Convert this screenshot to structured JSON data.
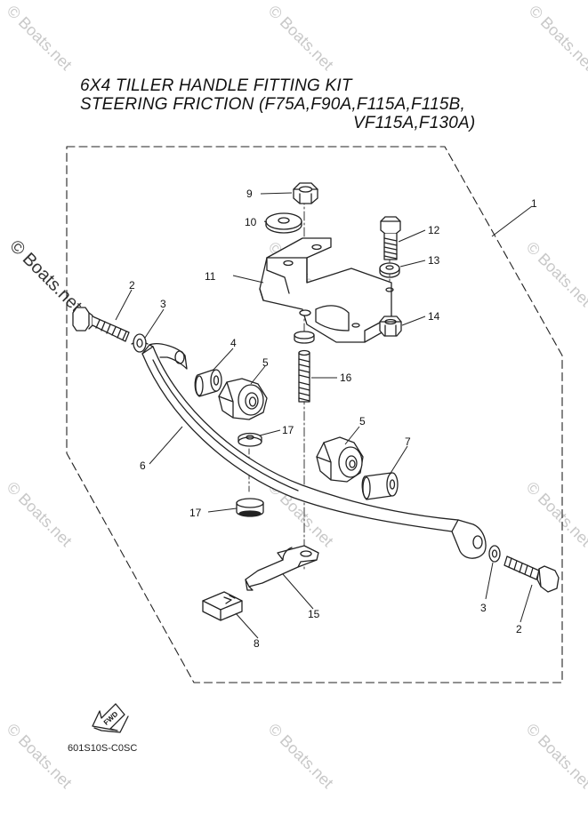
{
  "title": {
    "line1": "6X4 TILLER HANDLE FITTING KIT",
    "line2": "STEERING FRICTION (F75A,F90A,F115A,F115B,",
    "line3": "VF115A,F130A)"
  },
  "watermark": "© Boats.net",
  "diagram_code": "601S10S-C0SC",
  "fwd_label": "FWD",
  "callouts": {
    "c1": "1",
    "c2a": "2",
    "c2b": "2",
    "c3a": "3",
    "c3b": "3",
    "c4": "4",
    "c5a": "5",
    "c5b": "5",
    "c6": "6",
    "c7": "7",
    "c8": "8",
    "c9": "9",
    "c10": "10",
    "c11": "11",
    "c12": "12",
    "c13": "13",
    "c14": "14",
    "c15": "15",
    "c16": "16",
    "c17a": "17",
    "c17b": "17"
  },
  "colors": {
    "line": "#222222",
    "watermark": "#c8c8c8"
  }
}
